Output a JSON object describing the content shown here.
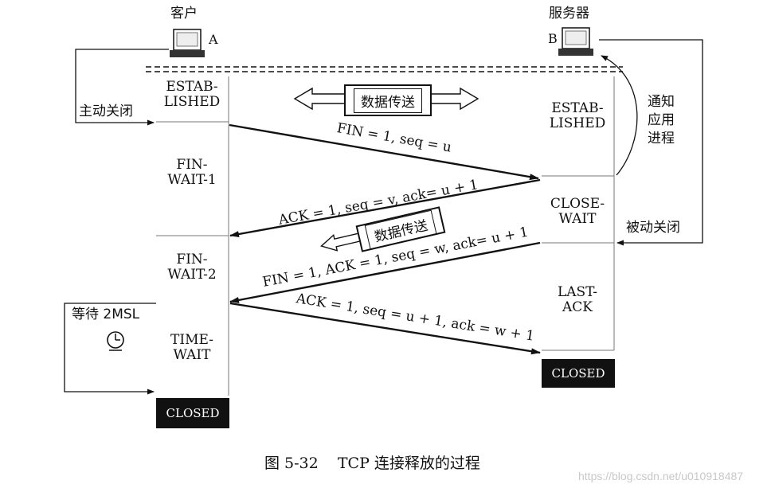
{
  "client": {
    "title": "客户",
    "id": "A"
  },
  "server": {
    "title": "服务器",
    "id": "B"
  },
  "client_states": {
    "established": [
      "ESTAB-",
      "LISHED"
    ],
    "fin_wait_1": [
      "FIN-",
      "WAIT-1"
    ],
    "fin_wait_2": [
      "FIN-",
      "WAIT-2"
    ],
    "time_wait": [
      "TIME-",
      "WAIT"
    ],
    "closed": "CLOSED"
  },
  "server_states": {
    "established": [
      "ESTAB-",
      "LISHED"
    ],
    "close_wait": [
      "CLOSE-",
      "WAIT"
    ],
    "last_ack": [
      "LAST-",
      "ACK"
    ],
    "closed": "CLOSED"
  },
  "labels": {
    "active_close": "主动关闭",
    "passive_close": "被动关闭",
    "notify_app": [
      "通知",
      "应用",
      "进程"
    ],
    "wait_2msl": "等待 2MSL",
    "data_transfer_1": "数据传送",
    "data_transfer_2": "数据传送"
  },
  "messages": {
    "fin1": "FIN = 1, seq = u",
    "ack1": "ACK = 1, seq = v, ack= u + 1",
    "fin2": "FIN = 1, ACK = 1, seq = w, ack= u + 1",
    "ack2": "ACK = 1, seq = u + 1, ack = w + 1"
  },
  "caption": "图 5-32    TCP 连接释放的过程",
  "watermark": "https://blog.csdn.net/u010918487"
}
